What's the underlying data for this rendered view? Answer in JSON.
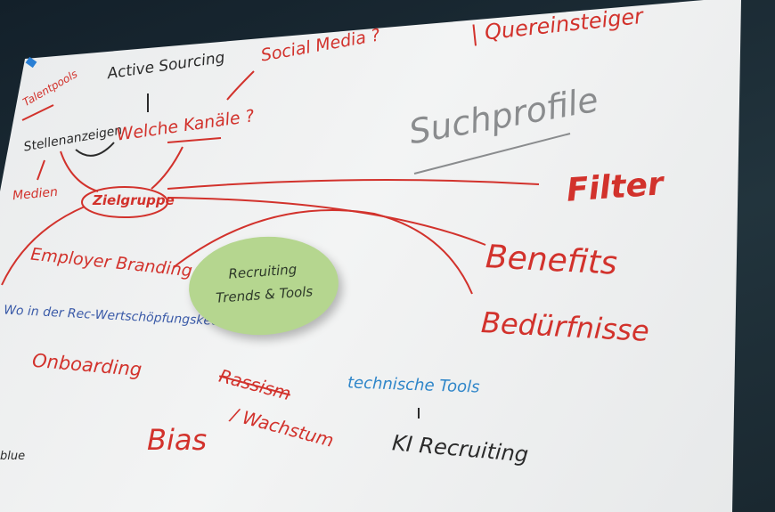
{
  "center_note": {
    "line1": "Recruiting",
    "line2": "Trends & Tools"
  },
  "notes": {
    "talentpools": "Talentpools",
    "active_sourcing": "Active Sourcing",
    "social_media": "Social Media ?",
    "quereinsteiger": "| Quereinsteiger",
    "suchprofile": "Suchprofile",
    "stellenanzeigen": "Stellenanzeigen",
    "welche_kanaele": "Welche Kanäle ?",
    "medien": "Medien",
    "zielgruppe": "Zielgruppe",
    "filter": "Filter",
    "benefits": "Benefits",
    "beduerfnisse": "Bedürfnisse",
    "employer_branding": "Employer Branding",
    "wertschoepfung": "Wo in der Rec-Wertschöpfungskette",
    "onboarding": "Onboarding",
    "rassism": "Rassism",
    "wachstum": "/ Wachstum",
    "technische_tools": "technische Tools",
    "ki_recruiting": "KI Recruiting",
    "bias": "Bias",
    "blue": "blue"
  },
  "colors": {
    "red_marker": "#d2322c",
    "blue_marker": "#3a5aa8",
    "note_green": "#b5d68f"
  }
}
